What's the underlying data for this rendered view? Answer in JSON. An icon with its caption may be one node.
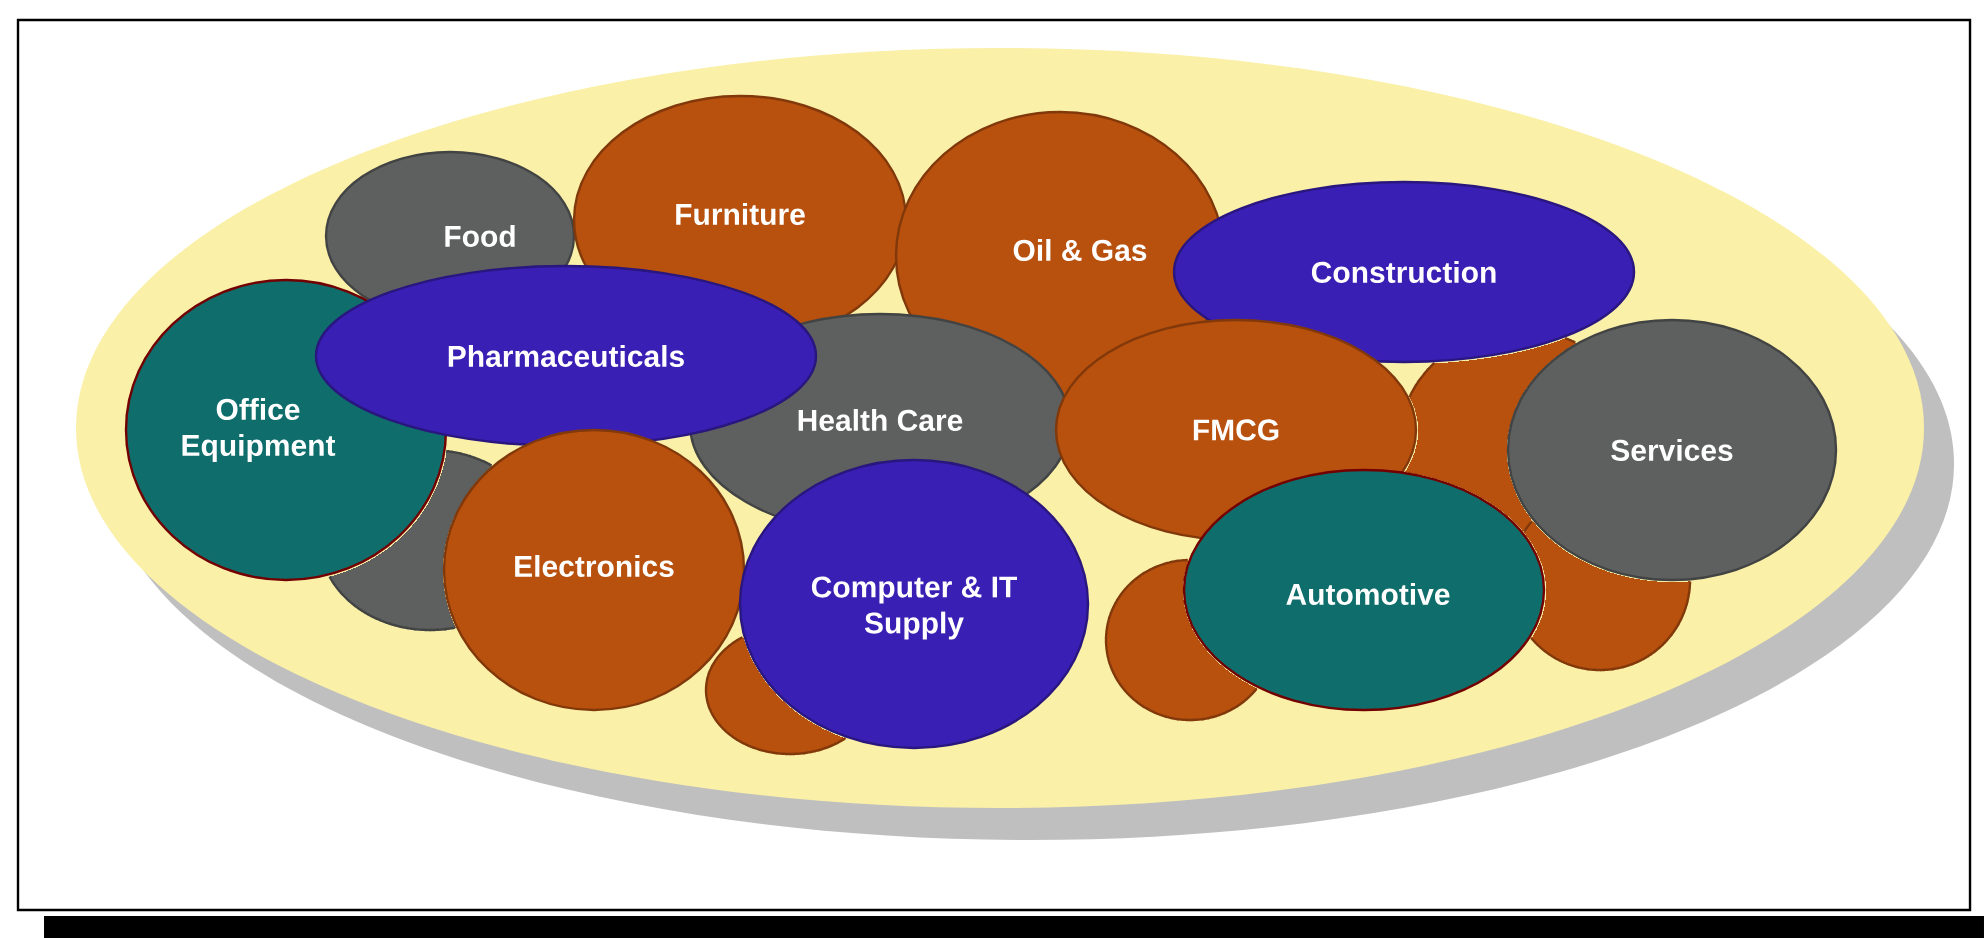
{
  "diagram": {
    "nodes": [
      {
        "text": [
          "Food"
        ]
      },
      {
        "text": [
          "Furniture"
        ]
      },
      {
        "text": [
          "Oil & Gas"
        ]
      },
      {
        "text": [
          "Construction"
        ]
      },
      {
        "text": [
          "Office Equipment"
        ]
      },
      {
        "text": [
          "Pharmaceuticals"
        ]
      },
      {
        "text": [
          "Health Care"
        ]
      },
      {
        "text": [
          "FMCG"
        ]
      },
      {
        "text": [
          "Services"
        ]
      },
      {
        "text": [
          "Electronics"
        ]
      },
      {
        "text": [
          "Computer & IT Supply"
        ]
      },
      {
        "text": [
          "Automotive"
        ]
      },
      {
        "text": [],
        "shape": "ellipse"
      },
      {
        "text": [],
        "shape": "ellipse"
      },
      {
        "text": [],
        "shape": "ellipse"
      },
      {
        "text": [],
        "shape": "ellipse"
      },
      {
        "text": [],
        "shape": "ellipse"
      }
    ]
  }
}
